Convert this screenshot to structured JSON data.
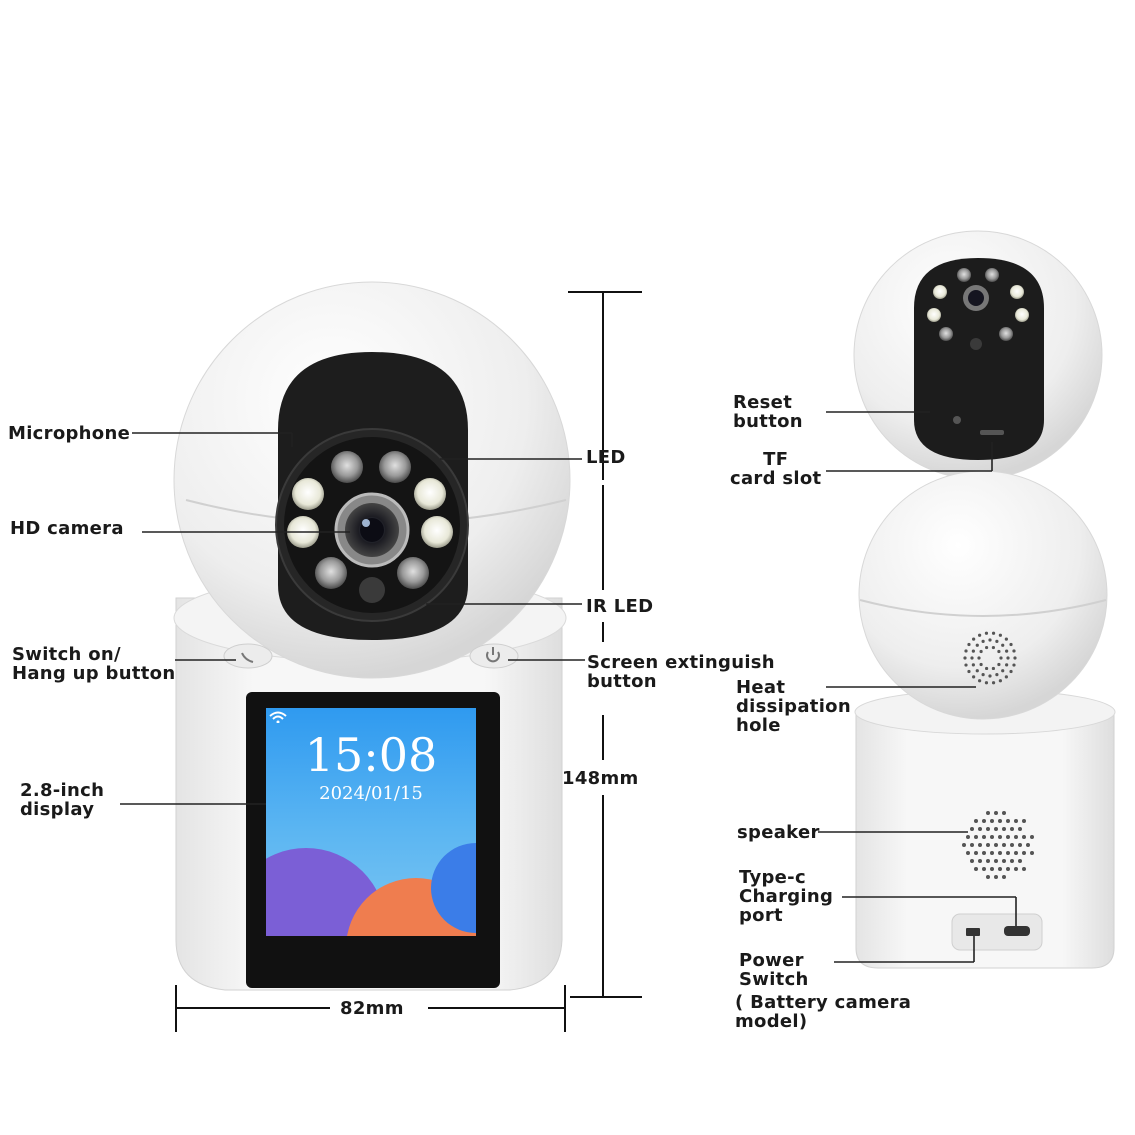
{
  "labels": {
    "microphone": "Microphone",
    "hd_camera": "HD camera",
    "switch_on": "Switch on/\nHang up button",
    "display": "2.8-inch\ndisplay",
    "led": "LED",
    "ir_led": "IR LED",
    "screen_extinguish": "Screen extinguish\nbutton",
    "height": "148mm",
    "width": "82mm",
    "reset": "Reset\nbutton",
    "tf_card": "TF\ncard slot",
    "heat": "Heat\ndissipation\nhole",
    "speaker": "speaker",
    "typec": "Type-c\nCharging\nport",
    "power": "Power\nSwitch",
    "battery_note": "( Battery camera\nmodel)"
  },
  "screen": {
    "time": "15:08",
    "date": "2024/01/15"
  },
  "icons": [
    "wifi-icon",
    "phone-icon",
    "power-icon"
  ],
  "colors": {
    "device_body": "#f2f2f2",
    "screen_sky": "#2f9af0",
    "lens_black": "#1b1b1b"
  }
}
